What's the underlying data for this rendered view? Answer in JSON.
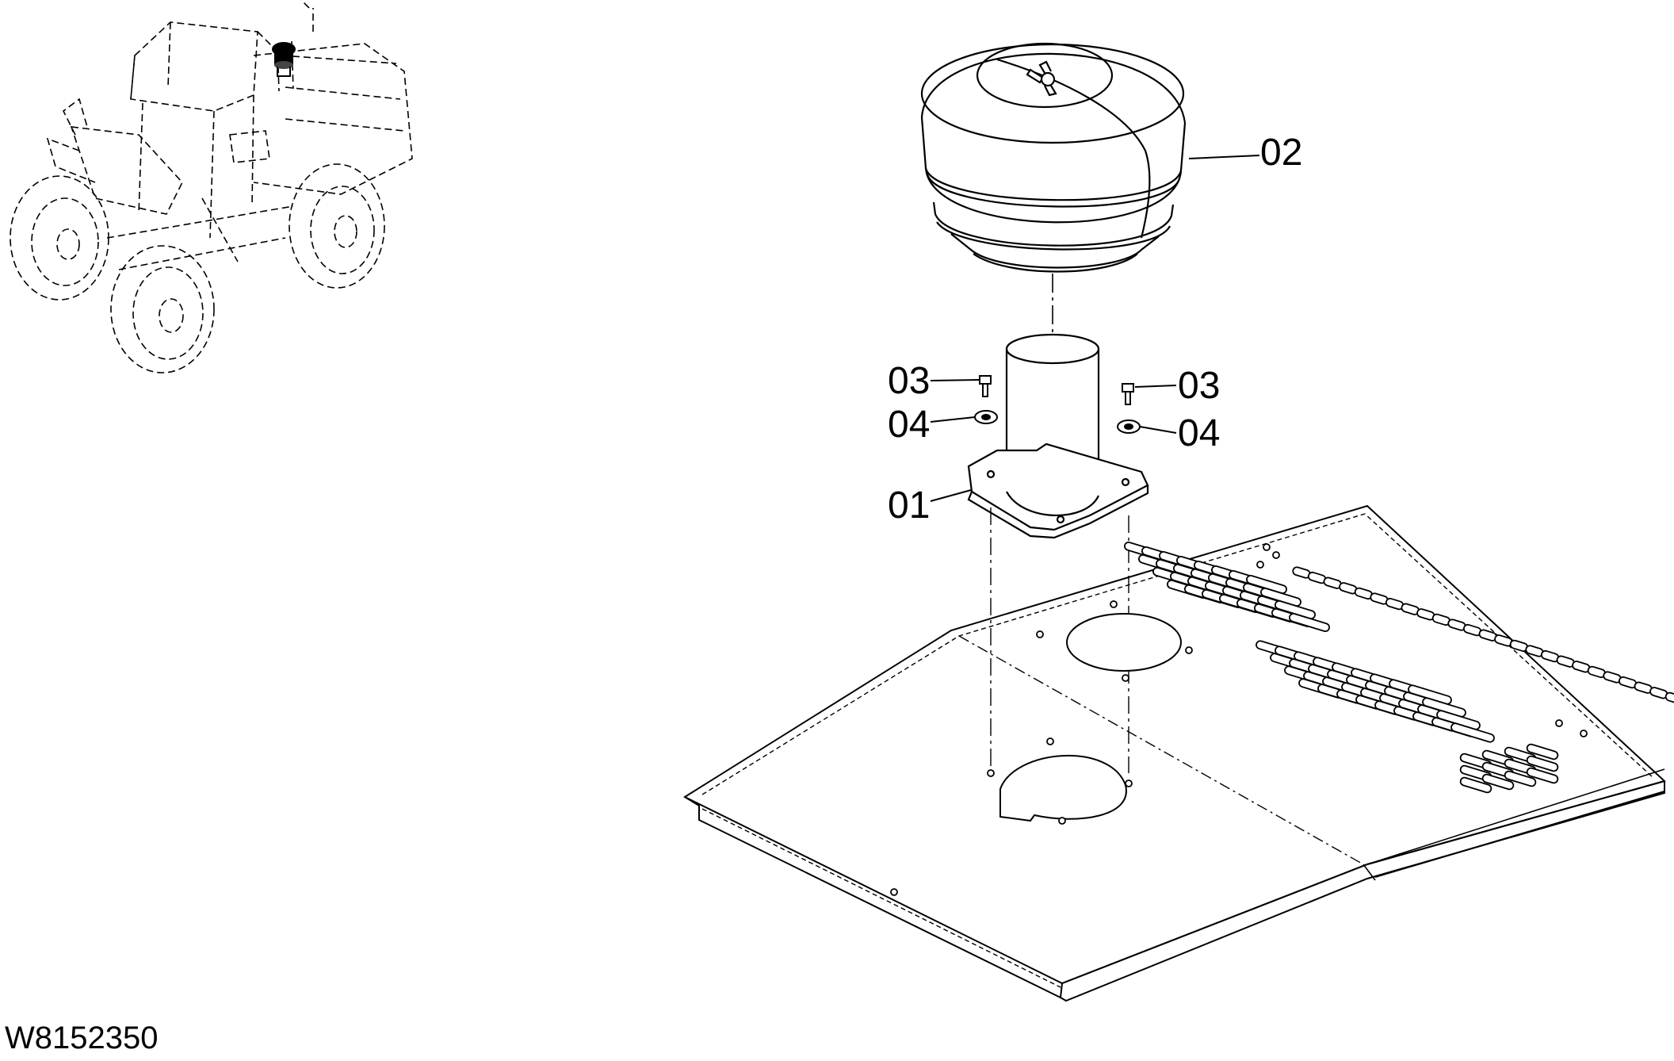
{
  "callouts": {
    "c01": "01",
    "c02": "02",
    "c03_left": "03",
    "c03_right": "03",
    "c04_left": "04",
    "c04_right": "04"
  },
  "drawing_ref": "W8152350",
  "colors": {
    "line": "#000000",
    "background": "#ffffff"
  }
}
